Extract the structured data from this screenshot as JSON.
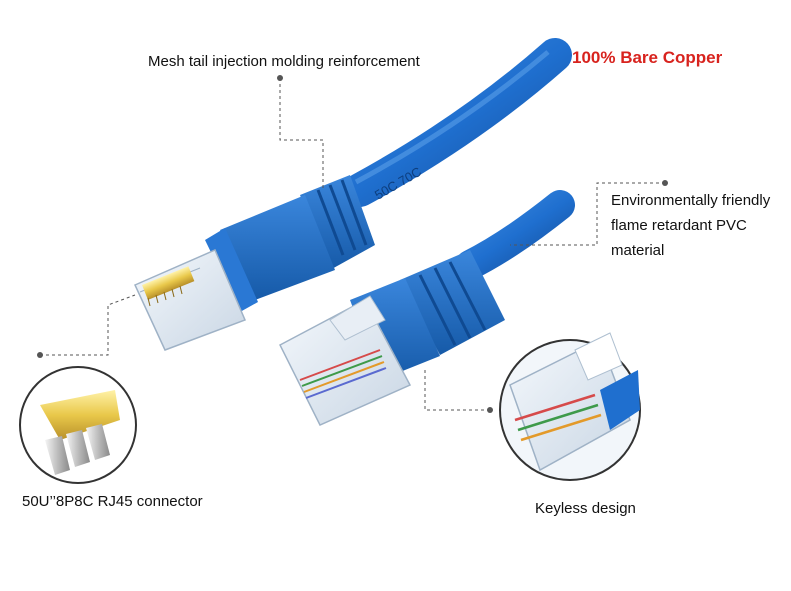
{
  "headline": {
    "text": "100% Bare Copper",
    "color": "#d8231e"
  },
  "callouts": {
    "mesh_tail": "Mesh tail injection molding reinforcement",
    "pvc_line1": "Environmentally friendly",
    "pvc_line2": "flame retardant PVC",
    "pvc_line3": "material",
    "connector": "50U’’8P8C RJ45 connector",
    "keyless": "Keyless design"
  },
  "colors": {
    "cable_blue": "#1f6fcf",
    "cable_dark": "#144e9a",
    "contact_gold": "#e9c84a",
    "leader_line": "#555555"
  },
  "icons": {
    "gold_pins": "gold-contact-pins",
    "zoom_connector": "rj45-closeup"
  }
}
